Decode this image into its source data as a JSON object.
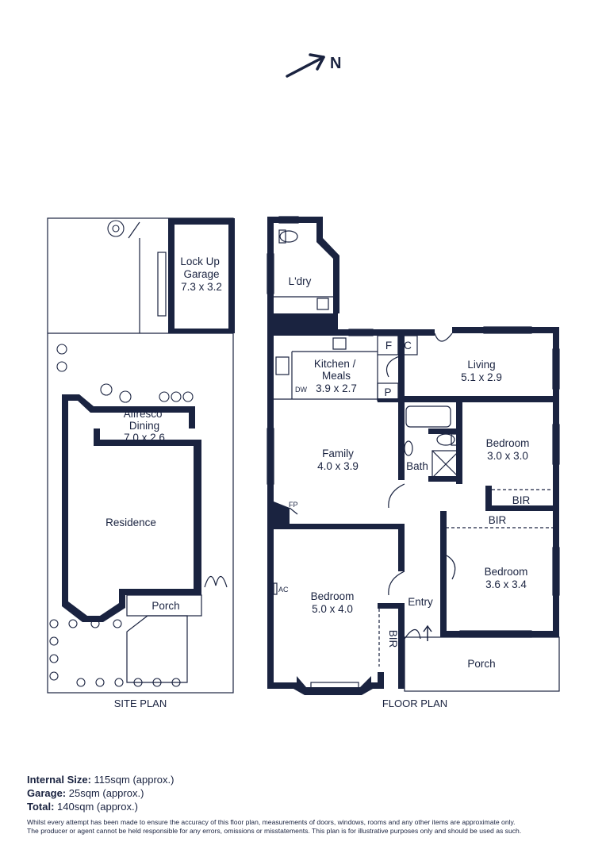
{
  "compass": {
    "label": "N",
    "icon": "north-arrow-icon"
  },
  "site_plan": {
    "caption": "SITE PLAN",
    "garage": {
      "name": "Lock Up\nGarage",
      "size": "7.3 x 3.2"
    },
    "alfresco": {
      "name": "Alfresco\nDining",
      "size": "7.0 x 2.6"
    },
    "residence": "Residence",
    "porch": "Porch"
  },
  "floor_plan": {
    "caption": "FLOOR PLAN",
    "rooms": {
      "laundry": "L'dry",
      "kitchen": {
        "name": "Kitchen /\nMeals",
        "size": "3.9 x 2.7"
      },
      "living": {
        "name": "Living",
        "size": "5.1 x 2.9"
      },
      "family": {
        "name": "Family",
        "size": "4.0 x 3.9"
      },
      "bath": "Bath",
      "bedroom_ne": {
        "name": "Bedroom",
        "size": "3.0 x 3.0"
      },
      "bedroom_e": {
        "name": "Bedroom",
        "size": "3.6 x 3.4"
      },
      "bedroom_w": {
        "name": "Bedroom",
        "size": "5.0 x 4.0"
      },
      "entry": "Entry",
      "porch": "Porch"
    },
    "fixtures": {
      "fridge": "F",
      "cupboard": "C",
      "pantry": "P",
      "dishwasher": "DW",
      "fireplace": "FP",
      "air_con": "AC",
      "bir": "BIR"
    }
  },
  "summary": [
    {
      "label": "Internal Size:",
      "value": "115sqm (approx.)"
    },
    {
      "label": "Garage:",
      "value": "25sqm (approx.)"
    },
    {
      "label": "Total:",
      "value": "140sqm (approx.)"
    }
  ],
  "disclaimer": [
    "Whilst every attempt has been made to ensure the accuracy of this floor plan, measurements of doors, windows, rooms and any other items are approximate only.",
    "The producer or agent cannot be held responsible for any errors, omissions or misstatements. This plan is for illustrative purposes only and should be used as such."
  ],
  "colors": {
    "ink": "#1a2340",
    "background": "#ffffff"
  }
}
